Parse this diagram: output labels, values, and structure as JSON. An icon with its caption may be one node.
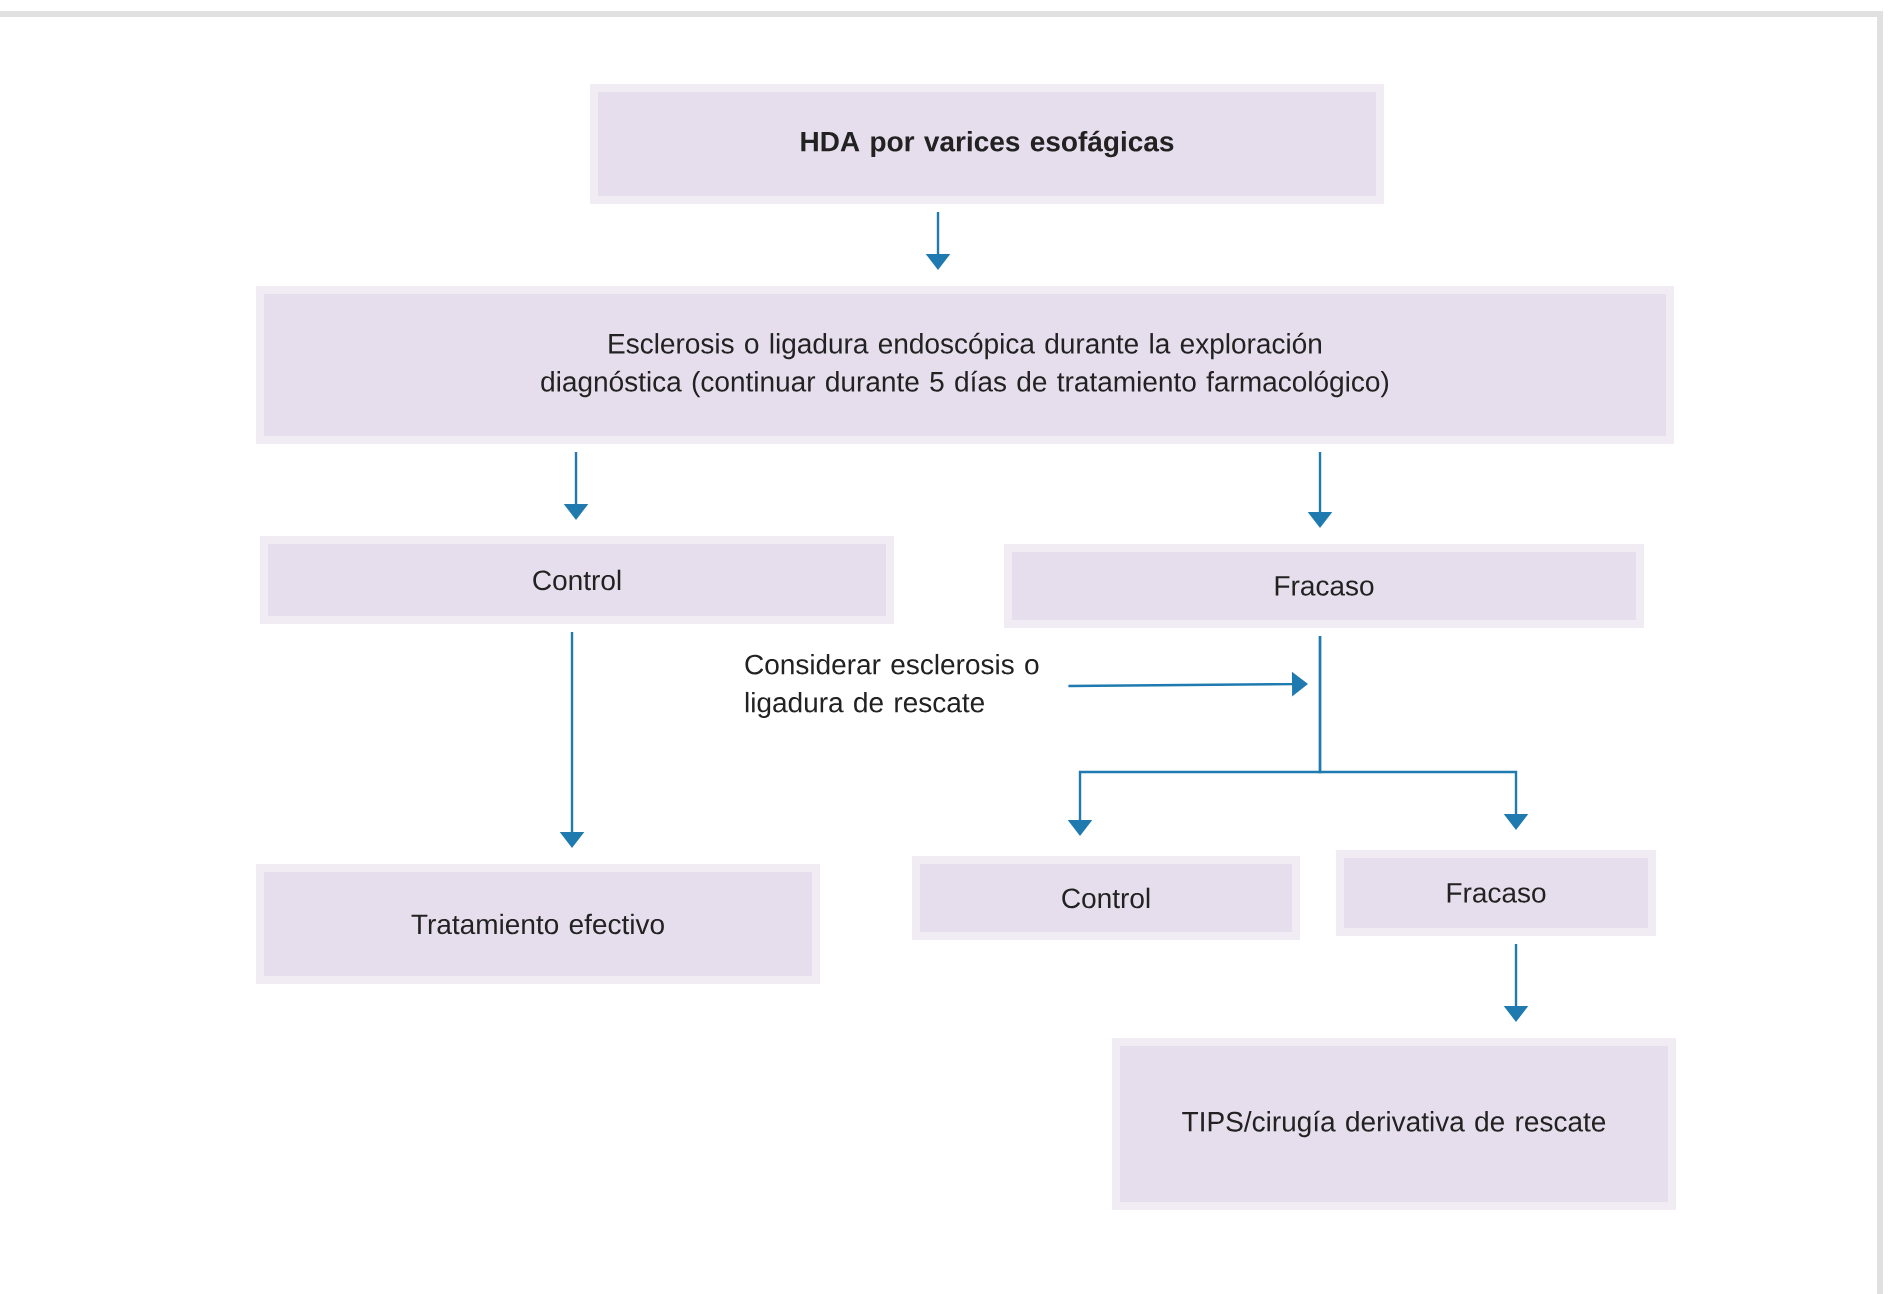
{
  "diagram": {
    "nodes": [
      {
        "text": [
          "HDA por varices esofágicas"
        ]
      },
      {
        "text": [
          "Esclerosis o ligadura endoscópica durante la exploración diagnóstica (continuar durante 5 días de tratamiento farmacológico)"
        ]
      },
      {
        "text": [
          "Control"
        ]
      },
      {
        "text": [
          "Fracaso"
        ]
      },
      {
        "text": [
          "Considerar esclerosis o ligadura de rescate"
        ]
      },
      {
        "text": [
          "Tratamiento efectivo"
        ]
      },
      {
        "text": [
          "Control"
        ]
      },
      {
        "text": [
          "Fracaso"
        ]
      },
      {
        "text": [
          "TIPS/cirugía derivativa de rescate"
        ]
      }
    ],
    "edges": [
      {
        "from": 0,
        "to": 1,
        "arrow": "to"
      },
      {
        "from": 1,
        "to": 2,
        "arrow": "to"
      },
      {
        "from": 1,
        "to": 3,
        "arrow": "to"
      },
      {
        "from": 2,
        "to": 5,
        "arrow": "to"
      },
      {
        "from": 4,
        "to": null,
        "arrow": "to"
      },
      {
        "from": 3,
        "to": 6,
        "arrow": "to"
      },
      {
        "from": 3,
        "to": 7,
        "arrow": "to"
      },
      {
        "from": 7,
        "to": 8,
        "arrow": "to"
      }
    ]
  }
}
